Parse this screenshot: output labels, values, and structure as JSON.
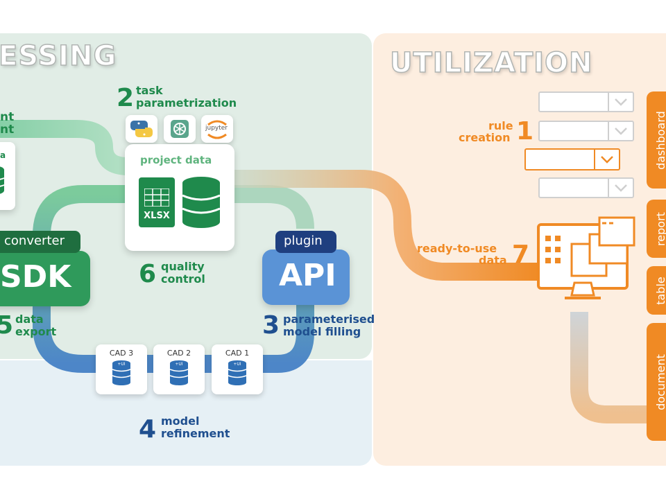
{
  "titles": {
    "processing": "ESSING",
    "utilization": "UTILIZATION"
  },
  "processing": {
    "left_fragments": {
      "line1": "nt",
      "line2": "nt",
      "mini": "a"
    },
    "step2": {
      "number": "2",
      "line1": "task",
      "line2": "parametrization"
    },
    "tool_icons": [
      "python-icon",
      "openai-icon",
      "jupyter-icon"
    ],
    "jupyter_text": "jupyter",
    "project_data": {
      "title": "project data",
      "file_label": "XLSX"
    },
    "converter": {
      "badge": "converter",
      "name": "SDK"
    },
    "plugin": {
      "badge": "plugin",
      "name": "API"
    },
    "step6": {
      "number": "6",
      "line1": "quality",
      "line2": "control"
    },
    "step5": {
      "number": "5",
      "line1": "data",
      "line2": "export"
    },
    "step3": {
      "number": "3",
      "line1": "parameterised",
      "line2": "model filling"
    },
    "cads": [
      {
        "label": "CAD 3",
        "sub": "+UI"
      },
      {
        "label": "CAD 2",
        "sub": "+UI"
      },
      {
        "label": "CAD 1",
        "sub": "+UI"
      }
    ],
    "step4": {
      "number": "4",
      "line1": "model",
      "line2": "refinement"
    }
  },
  "utilization": {
    "step1": {
      "number": "1",
      "line1": "rule",
      "line2": "creation"
    },
    "step7": {
      "number": "7",
      "line1": "ready-to-use",
      "line2": "data"
    },
    "side_tabs": [
      "dashboard",
      "report",
      "table",
      "document"
    ]
  },
  "colors": {
    "green": "#1f8a4c",
    "blue": "#1f4f8f",
    "orange": "#f08a24",
    "processing_bg": "#e1ede6",
    "utilization_bg": "#fdeee0"
  }
}
